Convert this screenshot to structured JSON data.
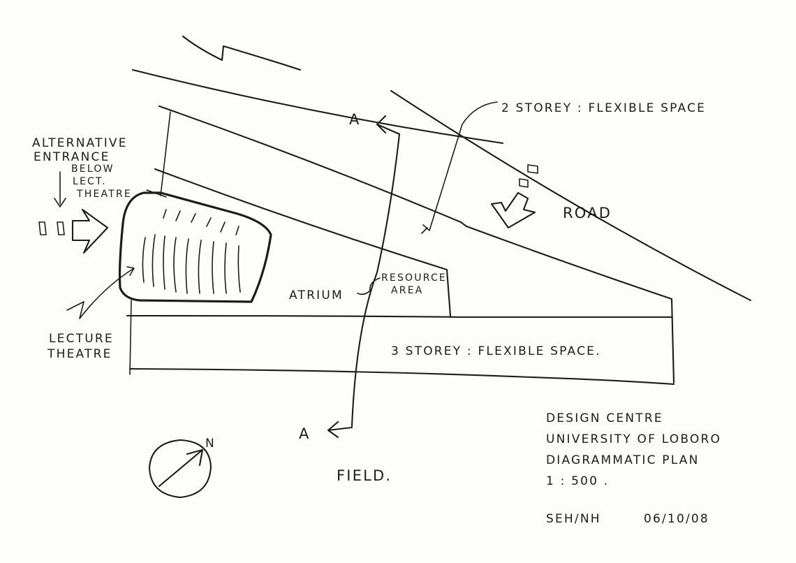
{
  "labels": {
    "alt_entrance_1": "ALTERNATIVE",
    "alt_entrance_2": "ENTRANCE",
    "alt_entrance_3": "BELOW",
    "alt_entrance_4": "LECT.",
    "alt_entrance_5": "THEATRE",
    "two_storey": "2 STOREY : FLEXIBLE SPACE",
    "road": "ROAD",
    "atrium": "ATRIUM",
    "resource_1": "RESOURCE",
    "resource_2": "AREA",
    "lecture_1": "LECTURE",
    "lecture_2": "THEATRE",
    "three_storey": "3 STOREY : FLEXIBLE SPACE.",
    "field": "FIELD.",
    "section_mark": "A",
    "north": "N"
  },
  "title_block": {
    "line1": "DESIGN CENTRE",
    "line2": "UNIVERSITY OF LOBORO",
    "line3": "DIAGRAMMATIC PLAN",
    "scale": "1 : 500 .",
    "authors": "SEH/NH",
    "date": "06/10/08"
  }
}
